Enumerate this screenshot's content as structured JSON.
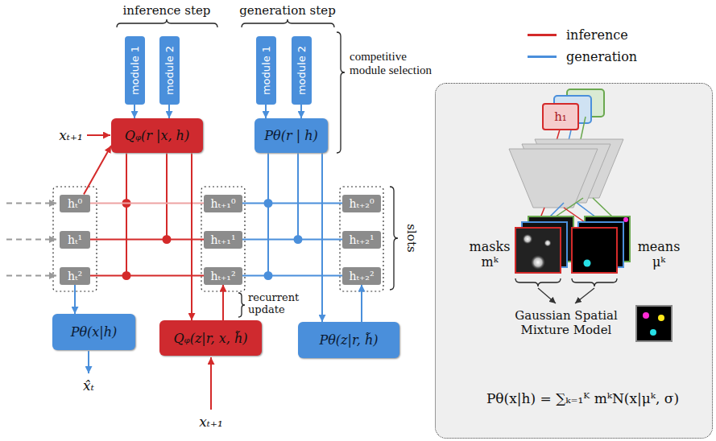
{
  "diagram": {
    "nodes": [
      {
        "text": [
          "module 1"
        ]
      },
      {
        "text": [
          "module 2"
        ]
      },
      {
        "text": [
          "Qᵩ(r |x, h)"
        ]
      },
      {
        "text": [
          "module 1"
        ]
      },
      {
        "text": [
          "module 2"
        ]
      },
      {
        "text": [
          "Pθ(r | h)"
        ]
      },
      {
        "text": [
          "hₜ⁰"
        ]
      },
      {
        "text": [
          "hₜ¹"
        ]
      },
      {
        "text": [
          "hₜ²"
        ]
      },
      {
        "text": [
          "hₜ₊₁⁰"
        ]
      },
      {
        "text": [
          "hₜ₊₁¹"
        ]
      },
      {
        "text": [
          "hₜ₊₁²"
        ]
      },
      {
        "text": [
          "hₜ₊₂⁰"
        ]
      },
      {
        "text": [
          "hₜ₊₂¹"
        ]
      },
      {
        "text": [
          "hₜ₊₂²"
        ]
      },
      {
        "text": [
          "Pθ(x|h)"
        ]
      },
      {
        "text": [
          "Qᵩ(z|r, x, h̃)"
        ]
      },
      {
        "text": [
          "Pθ(z|r, h̃)"
        ]
      },
      {
        "text": [
          "masks mᵏ",
          "means μᵏ",
          "Gaussian Spatial Mixture Model",
          "Pθ(x|h) = ∑ₖ₌₁ᴷ mᵏN(x|μᵏ, σ)"
        ]
      },
      {
        "text": [
          "h₁"
        ],
        "in": 18
      }
    ],
    "edges": [
      {
        "from": 0,
        "to": 2,
        "arrow": "to"
      },
      {
        "from": 1,
        "to": 2,
        "arrow": "to"
      },
      {
        "from": 3,
        "to": 5,
        "arrow": "to"
      },
      {
        "from": 4,
        "to": 5,
        "arrow": "to"
      },
      {
        "from": 6,
        "to": 2,
        "arrow": "to"
      },
      {
        "from": 6,
        "to": 9,
        "arrow": "none"
      },
      {
        "from": 7,
        "to": 10,
        "arrow": "none"
      },
      {
        "from": 8,
        "to": 11,
        "arrow": "none"
      },
      {
        "from": 9,
        "to": 12,
        "arrow": "none"
      },
      {
        "from": 10,
        "to": 13,
        "arrow": "none"
      },
      {
        "from": 11,
        "to": 14,
        "arrow": "none"
      },
      {
        "from": 2,
        "to": 16,
        "arrow": "to"
      },
      {
        "from": 5,
        "to": 17,
        "arrow": "to"
      },
      {
        "from": 16,
        "to": 11,
        "arrow": "to"
      },
      {
        "from": 17,
        "to": 14,
        "arrow": "to"
      },
      {
        "from": 8,
        "to": 15,
        "arrow": "to"
      }
    ],
    "labels": [
      "inference step",
      "generation step",
      "competitive module selection",
      "xₜ₊₁",
      "slots",
      "recurrent update",
      "x̂ₜ",
      "xₜ₊₁"
    ],
    "legend": [
      {
        "text": "inference",
        "color": "#d42a2a"
      },
      {
        "text": "generation",
        "color": "#4a8fdb"
      }
    ]
  }
}
